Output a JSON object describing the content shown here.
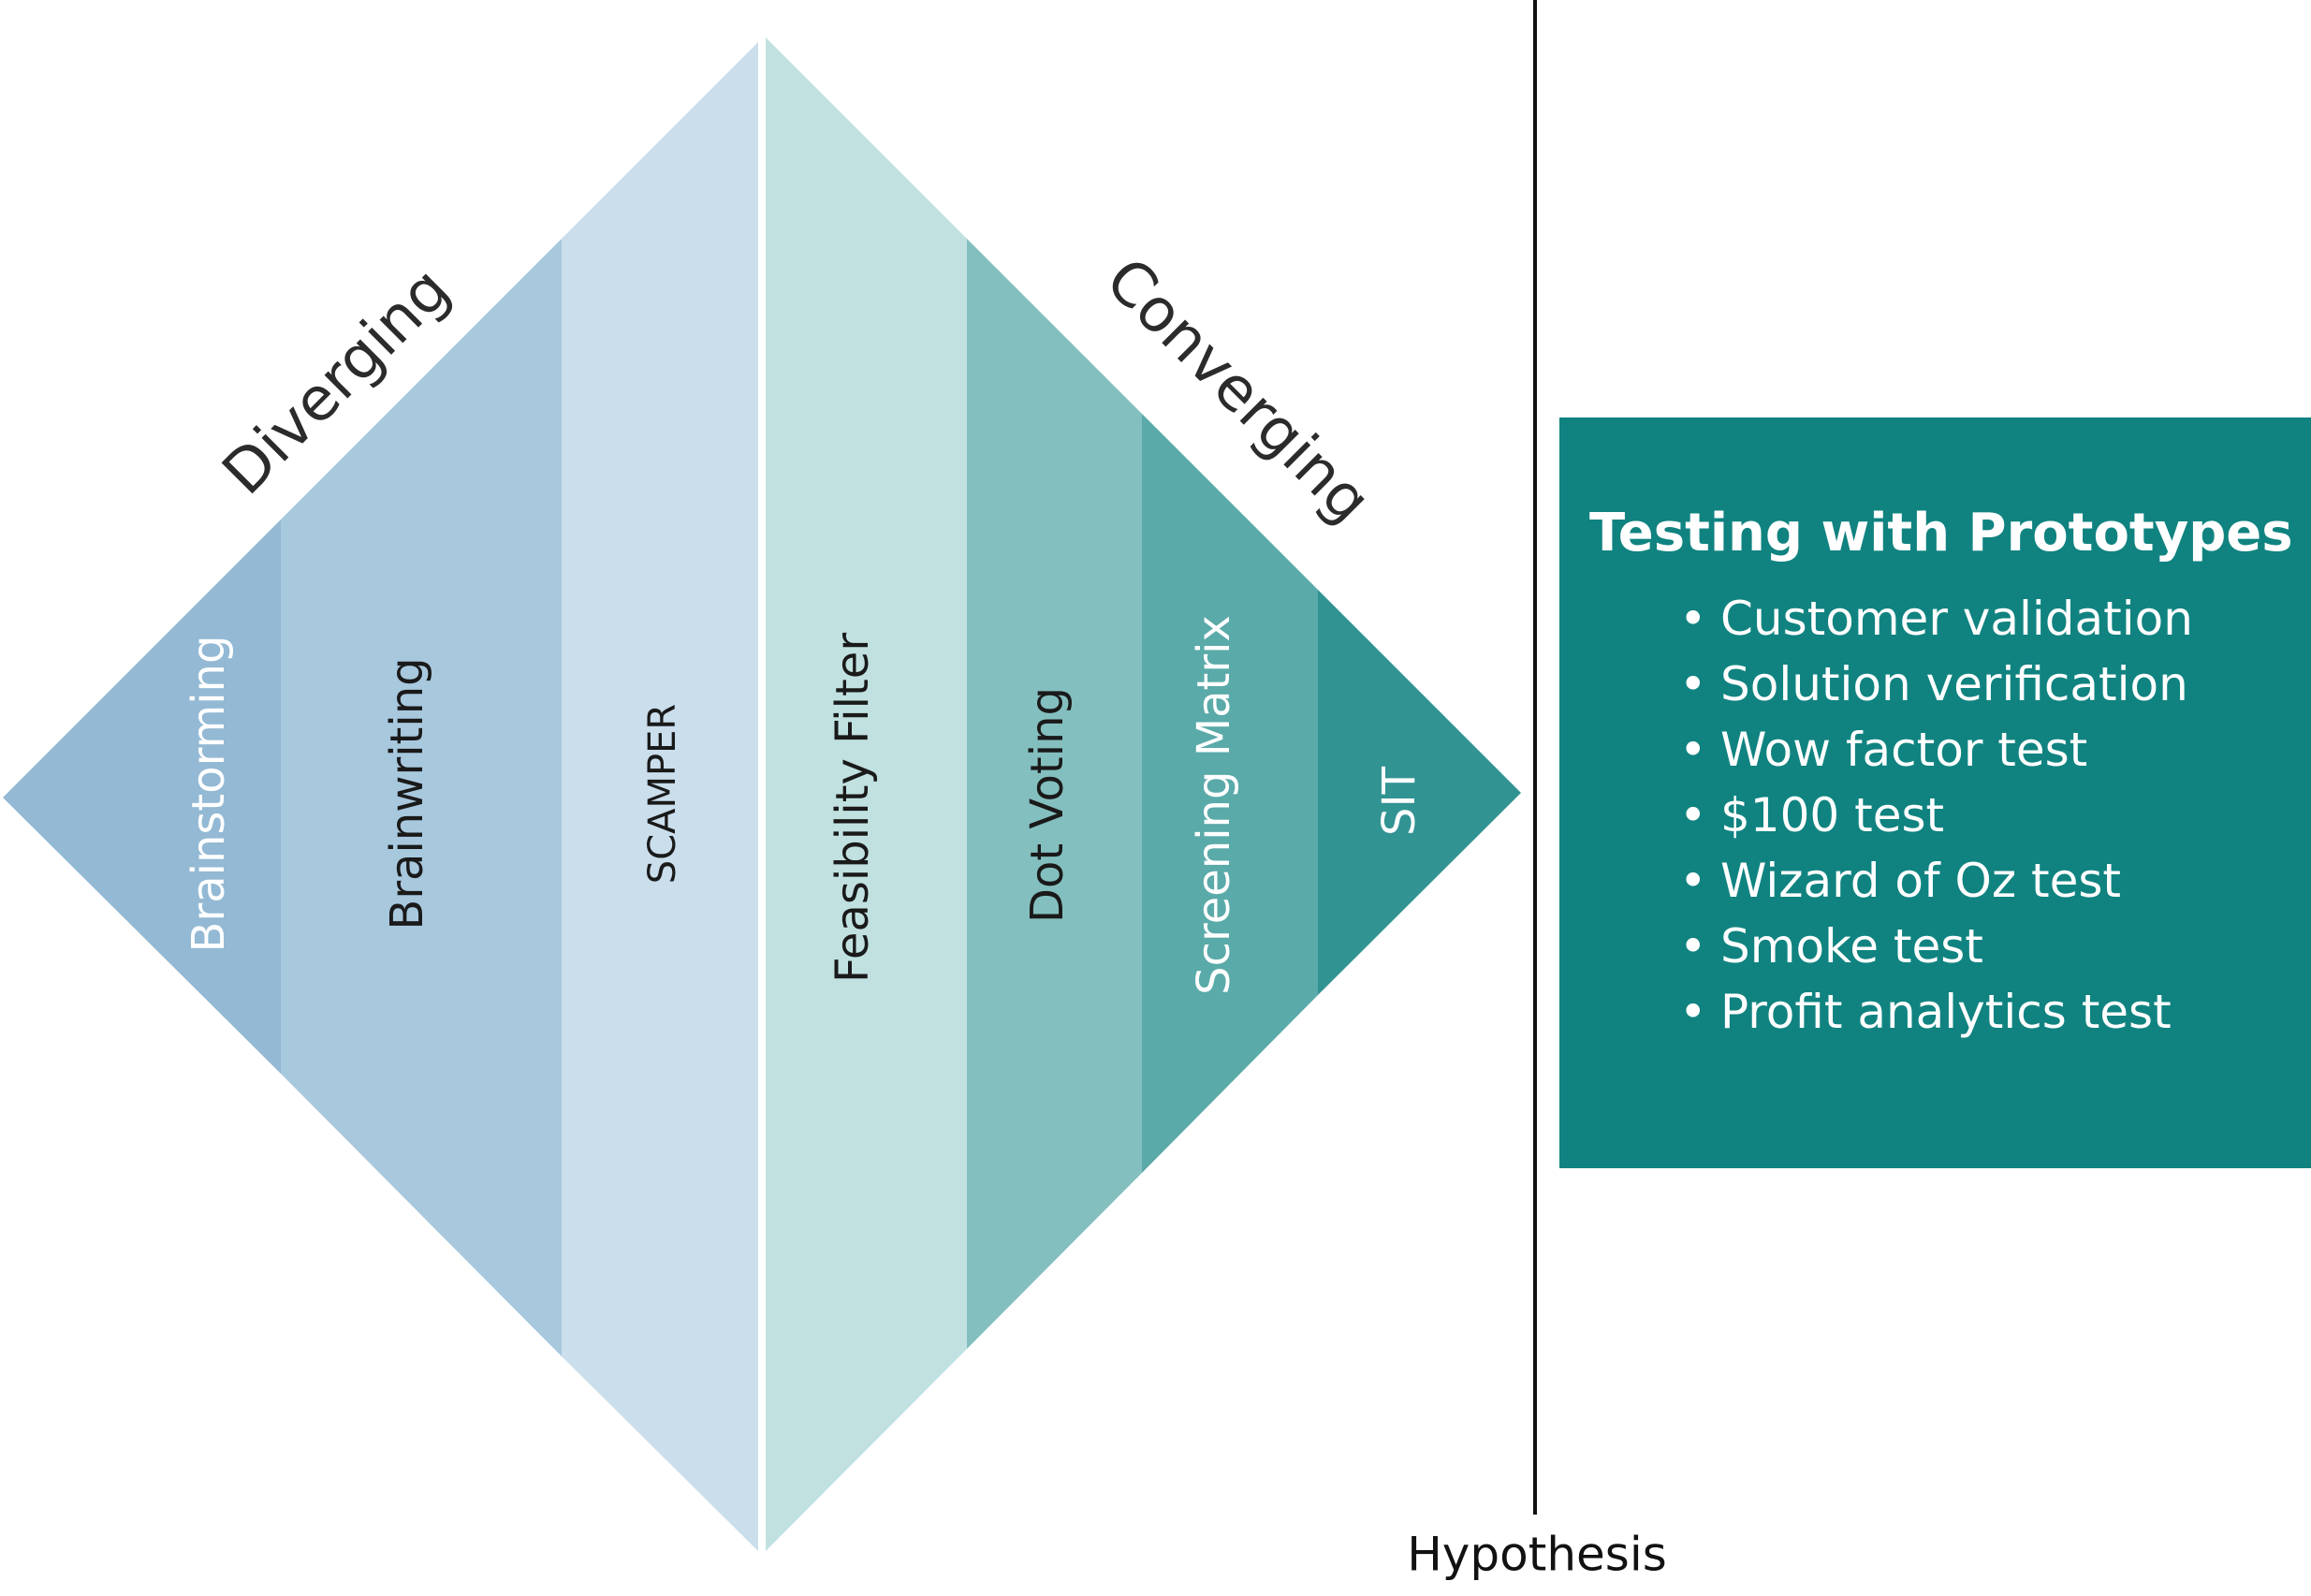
{
  "diverging": {
    "label": "Diverging",
    "bands": [
      {
        "label": "Brainstorming",
        "color": "#93b9d4",
        "text_color": "#ffffff"
      },
      {
        "label": "Brainwriting",
        "color": "#a8c8de",
        "text_color": "#1a1a1a"
      },
      {
        "label": "SCAMPER",
        "color": "#cadeec",
        "text_color": "#1a1a1a"
      }
    ]
  },
  "converging": {
    "label": "Converging",
    "bands": [
      {
        "label": "Feasibility Filter",
        "color": "#c1e1e1",
        "text_color": "#1a1a1a"
      },
      {
        "label": "Dot Voting",
        "color": "#84bfbf",
        "text_color": "#1a1a1a"
      },
      {
        "label": "Screening Matrix",
        "color": "#5aaaa9",
        "text_color": "#ffffff"
      },
      {
        "label": "SIT",
        "color": "#329393",
        "text_color": "#ffffff"
      }
    ]
  },
  "hypothesis": {
    "label": "Hypothesis"
  },
  "testing": {
    "title": "Testing with Prototypes",
    "bg_color": "#108380",
    "items": [
      "Customer validation",
      "Solution verification",
      "Wow factor test",
      "$100 test",
      "Wizard of Oz test",
      "Smoke test",
      "Profit analytics test"
    ]
  }
}
